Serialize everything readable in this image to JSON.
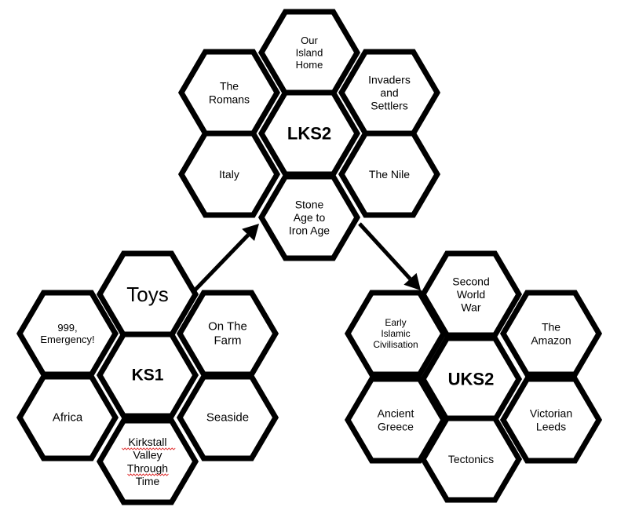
{
  "clusters": [
    {
      "id": "lks2",
      "hexes": [
        {
          "id": "our-island-home",
          "lines": [
            "Our",
            "Island",
            "Home"
          ],
          "size": 13
        },
        {
          "id": "the-romans",
          "lines": [
            "The",
            "Romans"
          ],
          "size": 14
        },
        {
          "id": "invaders-and-settlers",
          "lines": [
            "Invaders",
            "and",
            "Settlers"
          ],
          "size": 14
        },
        {
          "id": "lks2-center",
          "lines": [
            "LKS2"
          ],
          "size": 22,
          "bold": true
        },
        {
          "id": "italy",
          "lines": [
            "Italy"
          ],
          "size": 14
        },
        {
          "id": "the-nile",
          "lines": [
            "The Nile"
          ],
          "size": 14
        },
        {
          "id": "stone-age-to-iron-age",
          "lines": [
            "Stone",
            "Age to",
            "Iron Age"
          ],
          "size": 14
        }
      ]
    },
    {
      "id": "ks1",
      "hexes": [
        {
          "id": "toys",
          "lines": [
            "Toys"
          ],
          "size": 26
        },
        {
          "id": "999-emergency",
          "lines": [
            "999,",
            "Emergency!"
          ],
          "size": 13
        },
        {
          "id": "on-the-farm",
          "lines": [
            "On The",
            "Farm"
          ],
          "size": 15
        },
        {
          "id": "ks1-center",
          "lines": [
            "KS1"
          ],
          "size": 21,
          "bold": true
        },
        {
          "id": "africa",
          "lines": [
            "Africa"
          ],
          "size": 15
        },
        {
          "id": "seaside",
          "lines": [
            "Seaside"
          ],
          "size": 15
        },
        {
          "id": "kirkstall-valley-through-time",
          "lines": [
            "Kirkstall",
            "Valley",
            "Through",
            "Time"
          ],
          "size": 14
        }
      ]
    },
    {
      "id": "uks2",
      "hexes": [
        {
          "id": "second-world-war",
          "lines": [
            "Second",
            "World",
            "War"
          ],
          "size": 14
        },
        {
          "id": "early-islamic-civilisation",
          "lines": [
            "Early",
            "Islamic",
            "Civilisation"
          ],
          "size": 12
        },
        {
          "id": "the-amazon",
          "lines": [
            "The",
            "Amazon"
          ],
          "size": 14
        },
        {
          "id": "uks2-center",
          "lines": [
            "UKS2"
          ],
          "size": 22,
          "bold": true
        },
        {
          "id": "ancient-greece",
          "lines": [
            "Ancient",
            "Greece"
          ],
          "size": 14
        },
        {
          "id": "victorian-leeds",
          "lines": [
            "Victorian",
            "Leeds"
          ],
          "size": 14
        },
        {
          "id": "tectonics",
          "lines": [
            "Tectonics"
          ],
          "size": 14
        }
      ]
    }
  ],
  "arrows": [
    {
      "id": "ks1-to-lks2",
      "from": "ks1",
      "to": "lks2"
    },
    {
      "id": "lks2-to-uks2",
      "from": "lks2",
      "to": "uks2"
    }
  ],
  "colors": {
    "stroke": "#000000",
    "fill": "#ffffff",
    "text": "#000000",
    "spellcheck": "#e23b3b"
  }
}
